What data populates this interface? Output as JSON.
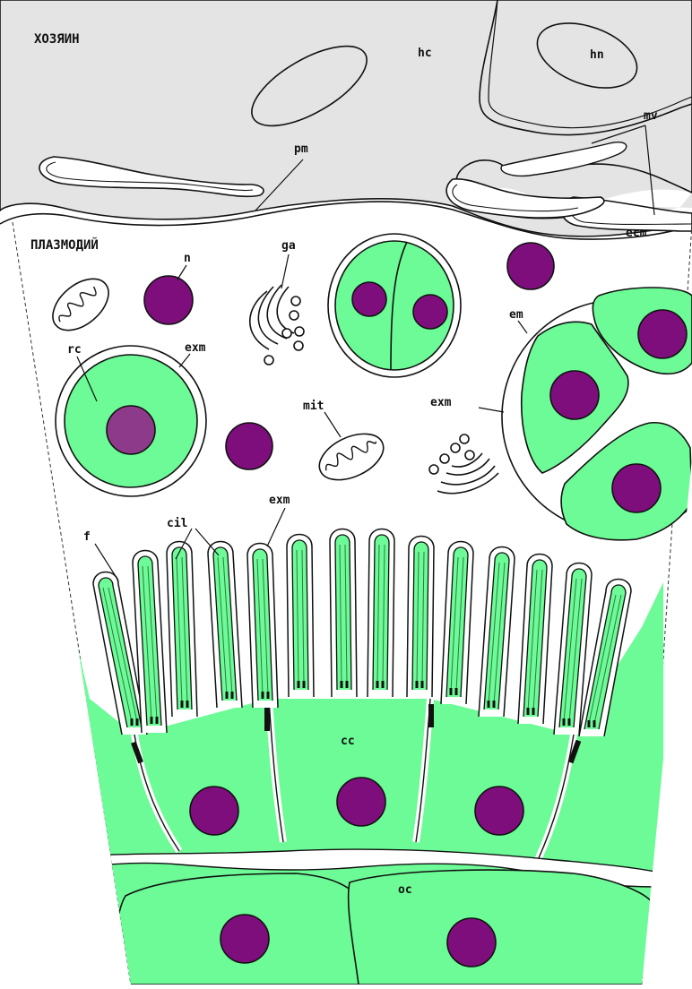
{
  "regions": {
    "host_title": "ХОЗЯИН",
    "plasmodium_title": "ПЛАЗМОДИЙ"
  },
  "labels": {
    "hc": "hc",
    "hn": "hn",
    "mv": "mv",
    "pm": "pm",
    "ecm": "ecm",
    "n": "n",
    "ga": "ga",
    "em": "em",
    "rc": "rc",
    "exm_1": "exm",
    "exm_2": "exm",
    "exm_3": "exm",
    "mit": "mit",
    "f": "f",
    "cil": "cil",
    "cc": "cc",
    "oc": "oc"
  },
  "colors": {
    "host": "#e4e4e4",
    "cell": "#6cfb96",
    "nucleus": "#7e0e7c",
    "nucleus_dim": "#8e3a8a",
    "outline": "#111111",
    "plasmodium": "#ffffff"
  }
}
